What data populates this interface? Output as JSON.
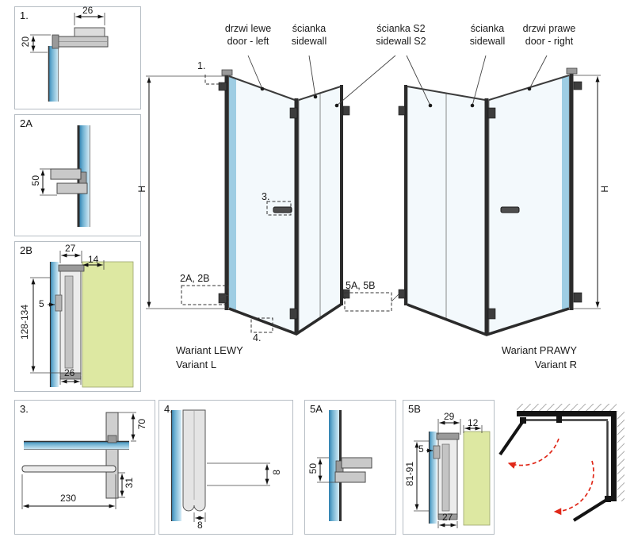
{
  "colors": {
    "glass-blue": "#7ec3de",
    "glass-light": "#f3f9fc",
    "wall-green": "#dde8a2",
    "line-dark": "#1c1c1c",
    "arrow-red": "#e02819",
    "panel-border": "#b6bdc4"
  },
  "main": {
    "top_labels": [
      {
        "l1": "drzwi lewe",
        "l2": "door - left"
      },
      {
        "l1": "ścianka",
        "l2": "sidewall"
      },
      {
        "l1": "ścianka S2",
        "l2": "sidewall S2"
      },
      {
        "l1": "ścianka",
        "l2": "sidewall"
      },
      {
        "l1": "drzwi prawe",
        "l2": "door - right"
      }
    ],
    "markers": {
      "m1": "1.",
      "m2": "2A, 2B",
      "m3": "3.",
      "m4": "4.",
      "m5": "5A, 5B"
    },
    "height_dim": "H",
    "variant_left": {
      "l1": "Wariant LEWY",
      "l2": "Variant L"
    },
    "variant_right": {
      "l1": "Wariant PRAWY",
      "l2": "Variant R"
    }
  },
  "panels": {
    "p1": {
      "label": "1.",
      "dim_top": "26",
      "dim_side": "20"
    },
    "p2a": {
      "label": "2A",
      "dim_clamp": "50"
    },
    "p2b": {
      "label": "2B",
      "dim_top": "27",
      "dim_top_right": "14",
      "dim_gap": "5",
      "dim_height": "128-134",
      "dim_bottom": "26"
    },
    "p3": {
      "label": "3.",
      "dim_height": "70",
      "dim_offset": "31",
      "dim_length": "230"
    },
    "p4": {
      "label": "4.",
      "dim_vertical": "8",
      "dim_horizontal": "8"
    },
    "p5a": {
      "label": "5A",
      "dim_clamp": "50"
    },
    "p5b": {
      "label": "5B",
      "dim_top": "29",
      "dim_top_right": "12",
      "dim_gap": "5",
      "dim_height": "81-91",
      "dim_bottom": "27"
    }
  }
}
